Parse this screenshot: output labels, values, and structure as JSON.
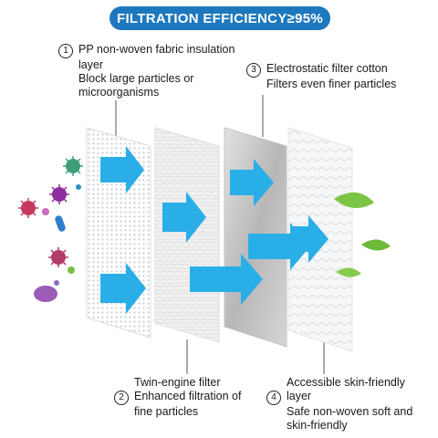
{
  "banner": {
    "title": "FILTRATION EFFICIENCY≥95%",
    "color": "#1d78bd"
  },
  "layers": [
    {
      "number": "1",
      "lines": [
        "PP non-woven fabric insulation",
        "layer",
        "Block large particles or",
        "microorganisms"
      ]
    },
    {
      "number": "2",
      "lines": [
        "Twin-engine filter",
        "Enhanced filtration of",
        "fine particles"
      ]
    },
    {
      "number": "3",
      "lines": [
        "Electrostatic filter cotton",
        "Filters even finer particles"
      ]
    },
    {
      "number": "4",
      "lines": [
        "Accessible skin-friendly",
        "layer",
        "Safe non-woven soft and",
        "skin-friendly"
      ]
    }
  ],
  "colors": {
    "arrow": "#2aaee8",
    "leaf": "#7cc444",
    "panel_gray": "#c9c9c9"
  },
  "icons": [
    "virus-icon",
    "bacteria-icon",
    "leaf-icon",
    "arrow-icon"
  ]
}
